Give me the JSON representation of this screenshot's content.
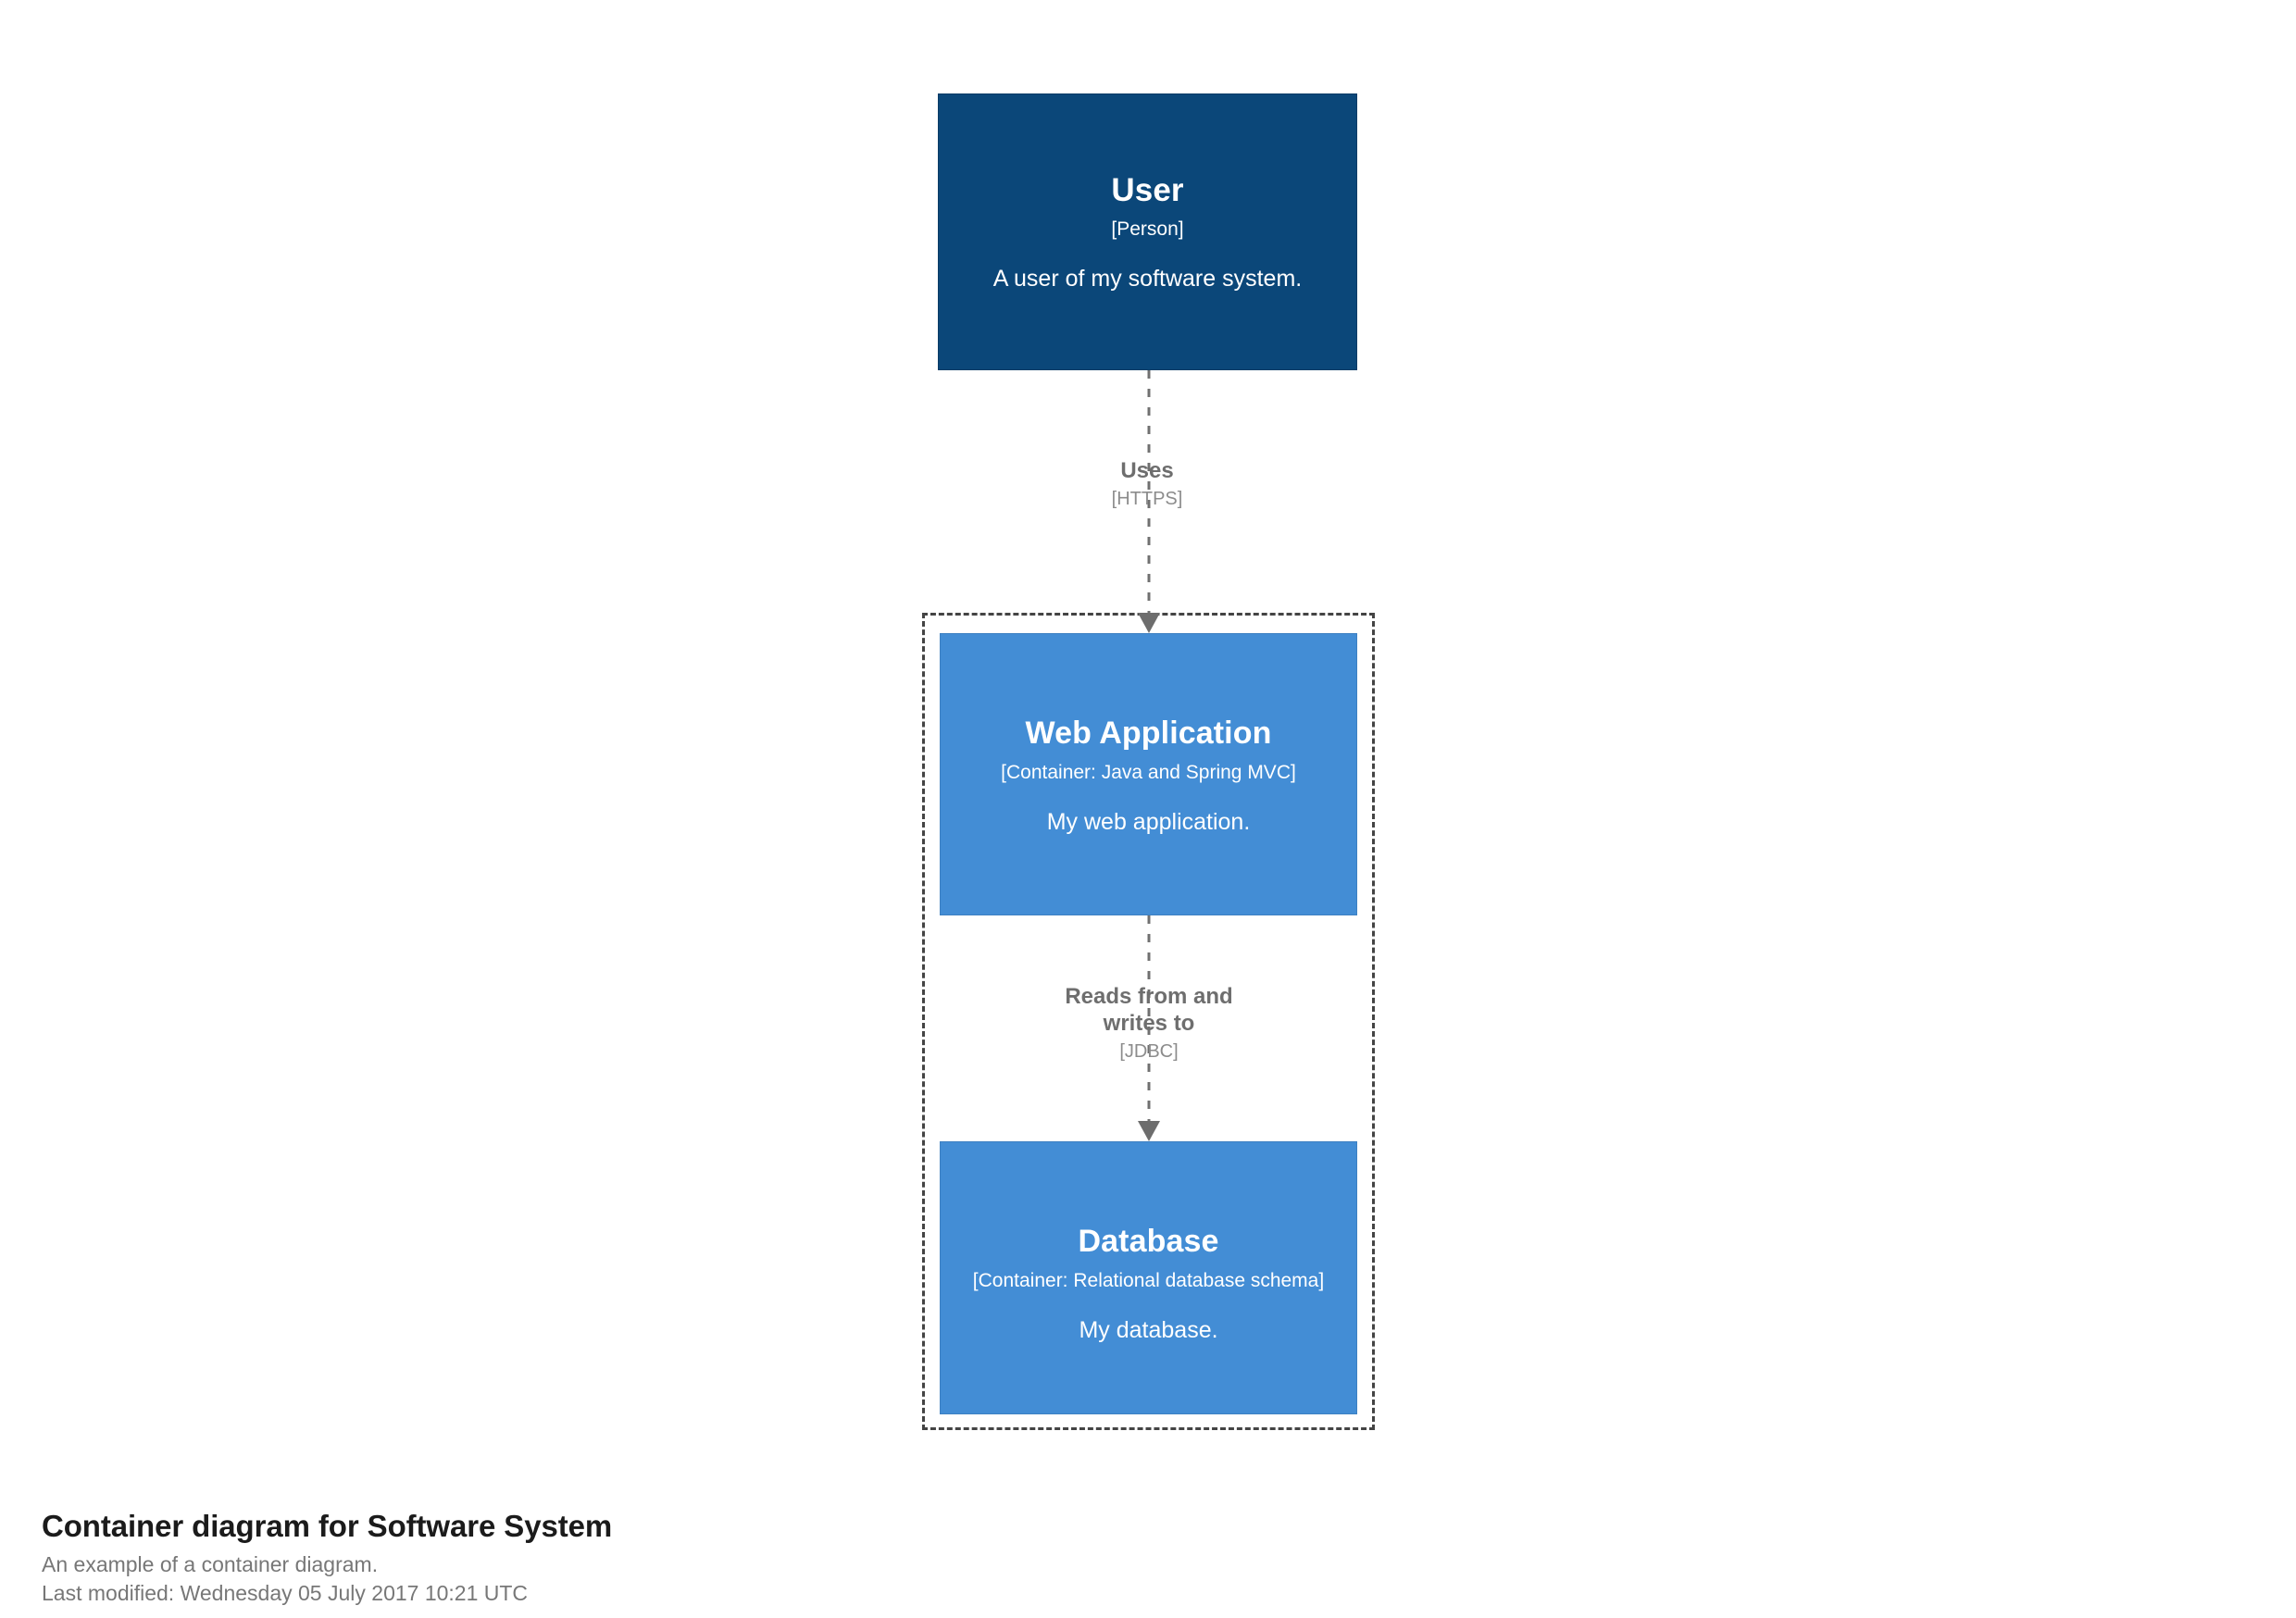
{
  "diagram": {
    "kind": "C4 Container diagram",
    "colors": {
      "person_fill": "#0b4779",
      "container_fill": "#438dd5",
      "boundary_stroke": "#444444",
      "relationship_stroke": "#707070",
      "label_text": "#6e6e6e",
      "technology_text": "#8c8c8c",
      "background": "#ffffff"
    },
    "nodes": [
      {
        "id": "user",
        "name": "User",
        "type": "[Person]",
        "description": "A user of my software system."
      },
      {
        "id": "web-application",
        "name": "Web Application",
        "type": "[Container: Java and Spring MVC]",
        "description": "My web application."
      },
      {
        "id": "database",
        "name": "Database",
        "type": "[Container: Relational database schema]",
        "description": "My database."
      }
    ],
    "relationships": [
      {
        "id": "user-uses-webapp",
        "description": "Uses",
        "technology": "[HTTPS]"
      },
      {
        "id": "webapp-reads-writes-database",
        "description": "Reads from and\nwrites to",
        "technology": "[JDBC]"
      }
    ],
    "boundary": {
      "id": "software-system-boundary",
      "label": ""
    }
  },
  "caption": {
    "title": "Container diagram for Software System",
    "subtitle": "An example of a container diagram.",
    "last_modified": "Last modified: Wednesday 05 July 2017 10:21 UTC"
  }
}
